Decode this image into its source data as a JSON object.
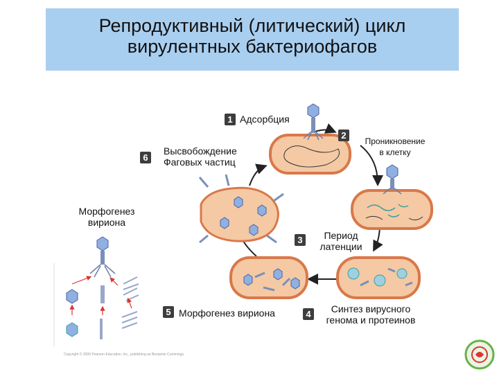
{
  "title": {
    "line1": "Репродуктивный (литический) цикл",
    "line2": "вирулентных бактериофагов"
  },
  "steps": [
    {
      "n": "1",
      "label": "Адсорбция"
    },
    {
      "n": "2",
      "label": "Проникновение",
      "label2": "в клетку"
    },
    {
      "n": "3",
      "label": "Период",
      "label2": "латенции"
    },
    {
      "n": "4",
      "label": "Синтез вирусного",
      "label2": "генома и протеинов"
    },
    {
      "n": "5",
      "label": "Морфогенез вириона"
    },
    {
      "n": "6",
      "label": "Высвобождение",
      "label2": "Фаговых частиц"
    }
  ],
  "side": {
    "label": "Морфогенез",
    "label2": "вириона"
  },
  "copyright": "Copyright © 2006 Pearson Education, Inc., publishing as Benjamin Cummings.",
  "colors": {
    "title_bg": "#a9cff0",
    "cell_fill": "#f4c9a4",
    "cell_wall": "#d9784a",
    "phage": "#7b8fb8",
    "dna": "#3aa0a0"
  }
}
